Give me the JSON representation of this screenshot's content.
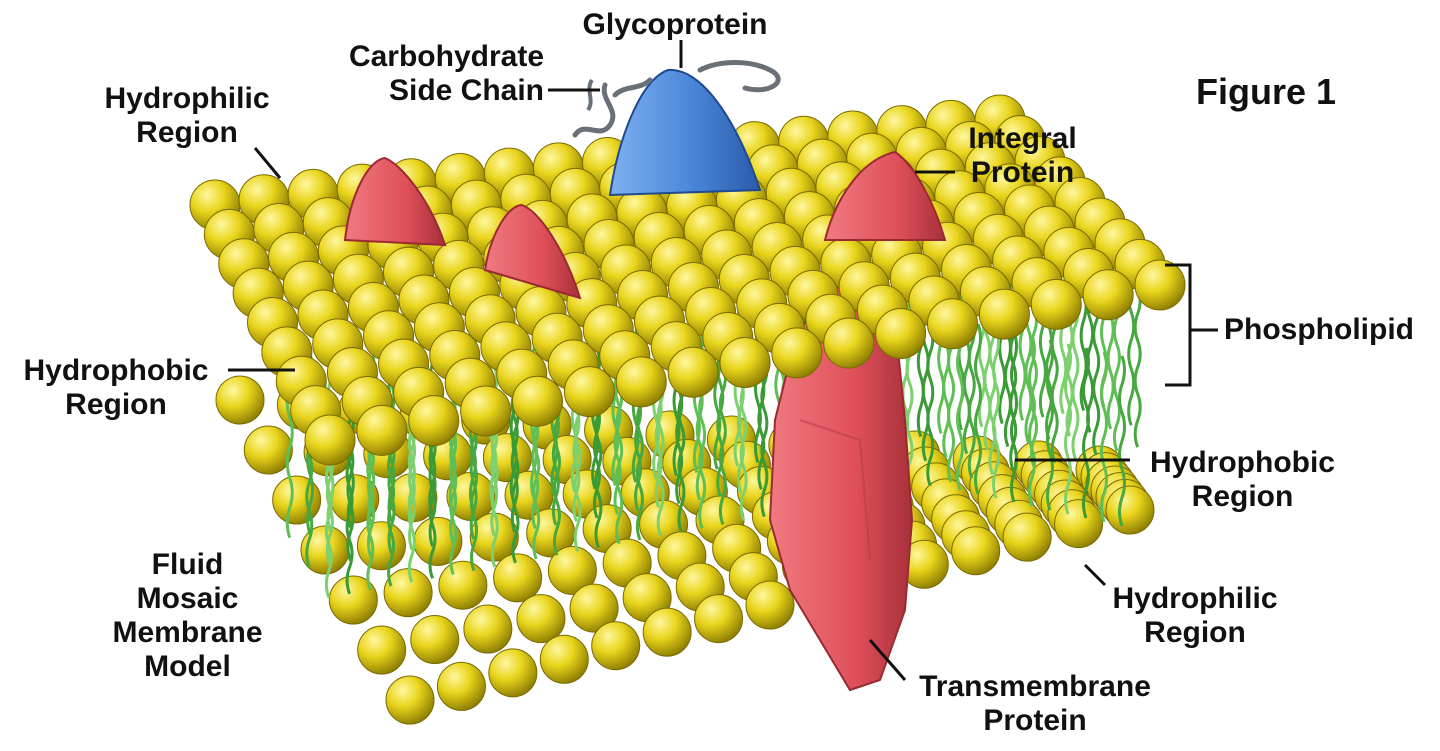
{
  "figure_label": "Figure 1",
  "labels": {
    "glycoprotein": "Glycoprotein",
    "carbohydrate_1": "Carbohydrate",
    "carbohydrate_2": "Side Chain",
    "hydrophilic_top_1": "Hydrophilic",
    "hydrophilic_top_2": "Region",
    "integral_1": "Integral",
    "integral_2": "Protein",
    "phospholipid": "Phospholipid",
    "hydrophobic_left_1": "Hydrophobic",
    "hydrophobic_left_2": "Region",
    "hydrophobic_right_1": "Hydrophobic",
    "hydrophobic_right_2": "Region",
    "hydrophilic_bottom_1": "Hydrophilic",
    "hydrophilic_bottom_2": "Region",
    "transmembrane_1": "Transmembrane",
    "transmembrane_2": "Protein",
    "model_1": "Fluid",
    "model_2": "Mosaic",
    "model_3": "Membrane",
    "model_4": "Model"
  },
  "colors": {
    "head_fill": "#e9d51c",
    "head_shade": "#9a8a05",
    "head_light": "#fff7a0",
    "tail": "#5fbf55",
    "tail_dark": "#2f8a30",
    "protein_red": "#e0505a",
    "protein_red_dark": "#a8303a",
    "glycoprotein_blue": "#4a86d8",
    "chain_gray": "#6a7078"
  }
}
